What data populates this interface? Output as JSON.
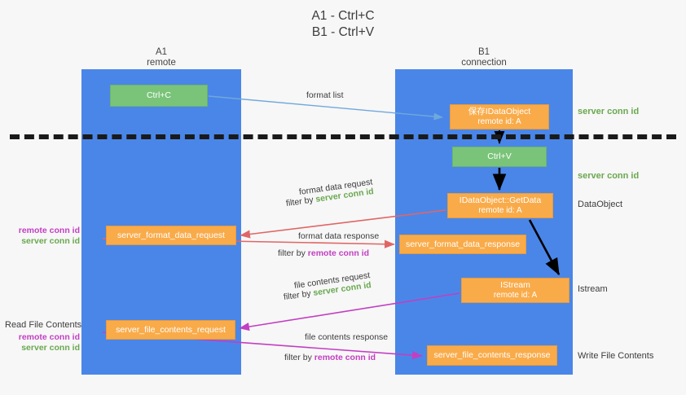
{
  "title": {
    "line1": "A1 - Ctrl+C",
    "line2": "B1 - Ctrl+V"
  },
  "lanes": [
    {
      "id": "a1",
      "name": "A1",
      "role": "remote",
      "color": "#4a86e8"
    },
    {
      "id": "b1",
      "name": "B1",
      "role": "connection",
      "color": "#4a86e8"
    }
  ],
  "colors": {
    "lane": "#4a86e8",
    "orange_box": "#f9ab4a",
    "green_box": "#7ac47a",
    "server_conn": "#6aa84f",
    "remote_conn": "#c23fc2",
    "background": "#f7f7f7",
    "divider": "#1a1a1a",
    "wire_blue": "#6fa8dc",
    "wire_red": "#e06666",
    "wire_magenta": "#c23fc2",
    "wire_black": "#000000"
  },
  "boxes": {
    "ctrl_c": {
      "label": "Ctrl+C",
      "kind": "green"
    },
    "idataobject": {
      "line1": "保存IDataObject",
      "line2": "remote id: A",
      "kind": "orange"
    },
    "ctrl_v": {
      "label": "Ctrl+V",
      "kind": "green"
    },
    "getdata": {
      "line1": "IDataObject::GetData",
      "line2": "remote id: A",
      "kind": "orange"
    },
    "format_data_request": {
      "label": "server_format_data_request",
      "kind": "orange"
    },
    "format_data_response": {
      "label": "server_format_data_response",
      "kind": "orange"
    },
    "istream": {
      "line1": "IStream",
      "line2": "remote id: A",
      "kind": "orange"
    },
    "file_contents_request": {
      "label": "server_file_contents_request",
      "kind": "orange"
    },
    "file_contents_response": {
      "label": "server_file_contents_response",
      "kind": "orange"
    }
  },
  "edge_labels": {
    "format_list": "format list",
    "format_data_request": "format data request",
    "format_data_request_filter_prefix": "filter by ",
    "format_data_request_filter_value": "server conn id",
    "format_data_response": "format data response",
    "format_data_response_filter_prefix": "filter by ",
    "format_data_response_filter_value": "remote conn id",
    "file_contents_request": "file contents request",
    "file_contents_request_filter_prefix": "filter by ",
    "file_contents_request_filter_value": "server conn id",
    "file_contents_response": "file contents response",
    "file_contents_response_filter_prefix": "filter by ",
    "file_contents_response_filter_value": "remote conn id"
  },
  "right_annotations": {
    "server_conn_id_top": "server conn id",
    "server_conn_id_mid": "server conn id",
    "dataobject": "DataObject",
    "istream": "Istream",
    "write_file_contents": "Write File Contents"
  },
  "left_annotations": {
    "read_file_contents": "Read File Contents",
    "remote_conn_id": "remote conn id",
    "server_conn_id": "server conn id"
  }
}
